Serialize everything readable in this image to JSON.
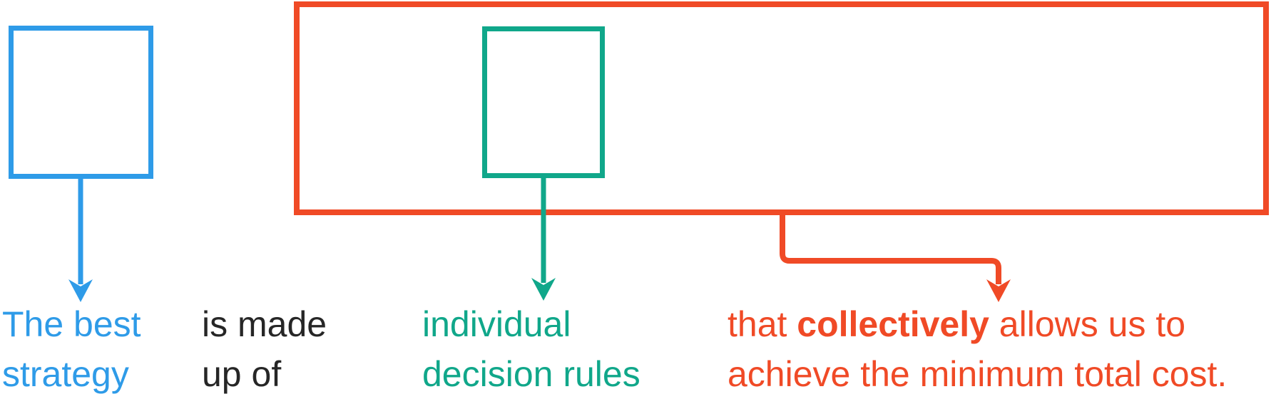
{
  "colors": {
    "blue": "#2E9BE8",
    "green": "#10A78A",
    "orange": "#F04A26",
    "gray": "#262626",
    "background": "#ffffff"
  },
  "shapes": {
    "strategy_box": "blue outlined square",
    "policy_box": "orange outlined rectangle",
    "decision_rule_box": "green outlined square inside orange rectangle",
    "strategy_arrow": "blue down arrow from blue box to blue text",
    "rules_arrow": "green down arrow from green box to green text",
    "collective_arrow": "orange elbow connector from orange box bottom to orange text"
  },
  "labels": {
    "best_strategy": {
      "line1": "The best",
      "line2": "strategy"
    },
    "made_up_of": {
      "line1": "is made",
      "line2": "up of"
    },
    "decision_rules": {
      "line1": "individual",
      "line2": "decision rules"
    },
    "collectively": {
      "line1_prefix": "that ",
      "line1_bold": "collectively",
      "line1_suffix": " allows us to",
      "line2": "achieve the minimum total cost."
    }
  }
}
